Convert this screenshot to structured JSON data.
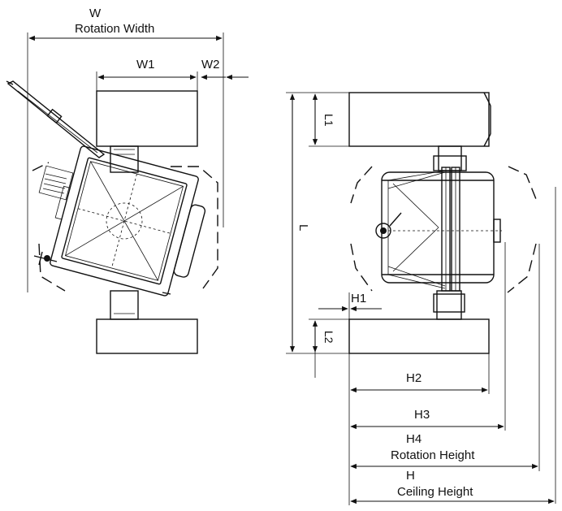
{
  "labels": {
    "w": "W",
    "w_sub": "Rotation Width",
    "w1": "W1",
    "w2": "W2",
    "l": "L",
    "l1": "L1",
    "l2": "L2",
    "h1": "H1",
    "h2": "H2",
    "h3": "H3",
    "h4": "H4",
    "h4_sub": "Rotation Height",
    "h": "H",
    "h_sub": "Ceiling Height"
  },
  "colors": {
    "line": "#111111",
    "background": "#ffffff"
  }
}
